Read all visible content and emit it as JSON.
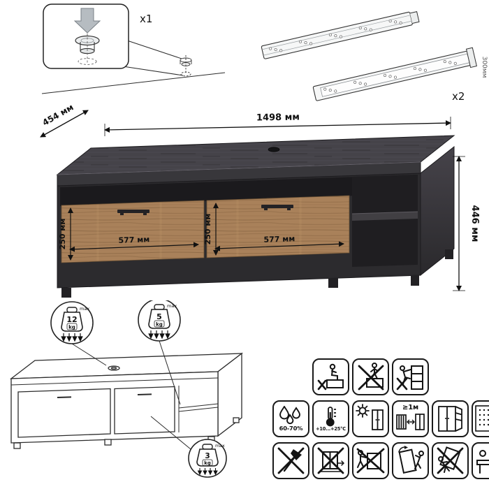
{
  "hardware": {
    "foot_count": "x1",
    "rail_count": "x2",
    "rail_length": "300мм"
  },
  "dimensions": {
    "width": "1498 мм",
    "depth": "454 мм",
    "height": "446 мм",
    "drawer1_height": "250 мм",
    "drawer1_width": "577 мм",
    "drawer2_height": "250 мм",
    "drawer2_width": "577 мм"
  },
  "load_limits": {
    "top": {
      "value": "12",
      "unit": "kg",
      "suffix": "max"
    },
    "shelf": {
      "value": "5",
      "unit": "kg",
      "suffix": "max"
    },
    "drawer": {
      "value": "3",
      "unit": "kg",
      "suffix": "max"
    }
  },
  "conditions": {
    "humidity": "60-70%",
    "temperature": "+10...+25°C",
    "heat_distance": "≥1м"
  },
  "colors": {
    "dark_wood": "#454349",
    "light_wood": "#a9815a",
    "line": "#111111"
  }
}
